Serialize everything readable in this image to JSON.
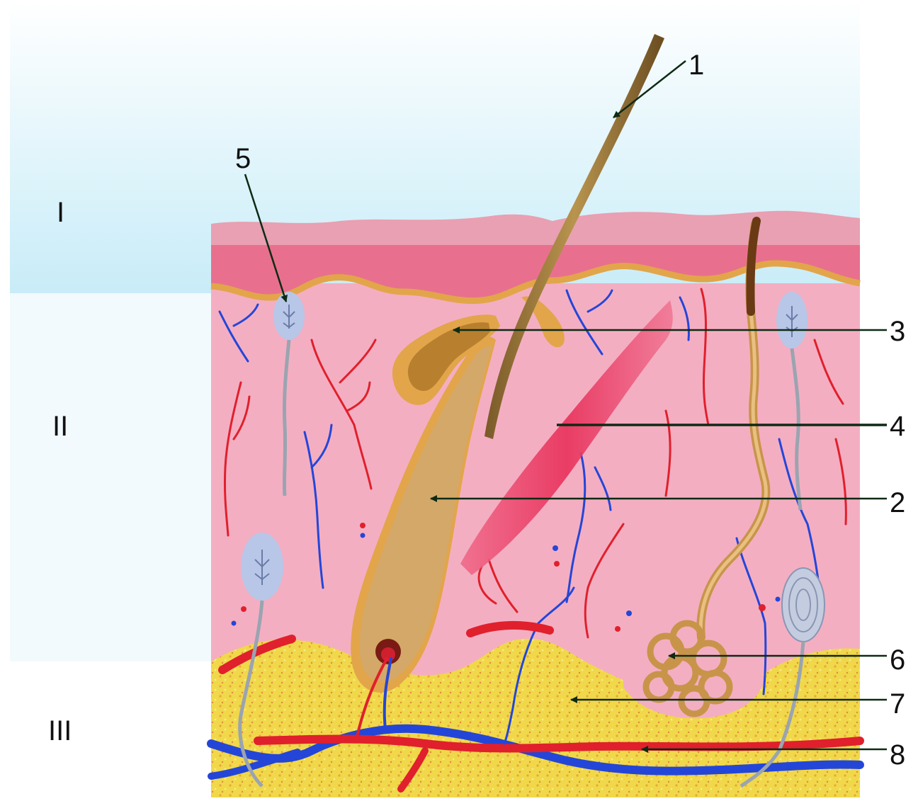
{
  "layers": {
    "I": "I",
    "II": "II",
    "III": "III"
  },
  "numbers": {
    "n1": "1",
    "n2": "2",
    "n3": "3",
    "n4": "4",
    "n5": "5",
    "n6": "6",
    "n7": "7",
    "n8": "8"
  },
  "colors": {
    "sky_top": "#ffffff",
    "sky_bottom": "#c8ecf8",
    "stratum_corneum": "#e8a0b2",
    "epidermis": "#e8708e",
    "basal_layer": "#e2a54a",
    "dermis": "#f4aec2",
    "fat": "#f0d84a",
    "artery": "#e0202c",
    "vein": "#2446d8",
    "nerve": "#9aa4b0",
    "hair": "#9a7a3a",
    "follicle": "#d4a868",
    "muscle": "#e8305a",
    "receptor": "#b8c6e8"
  }
}
